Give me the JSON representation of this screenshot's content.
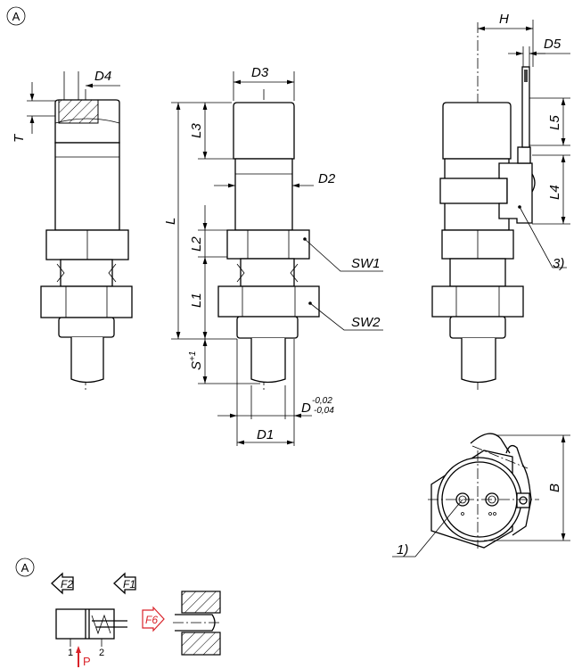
{
  "view_marker": "A",
  "labels": {
    "D4": "D4",
    "T": "T",
    "D3": "D3",
    "L": "L",
    "L3": "L3",
    "D2": "D2",
    "L2": "L2",
    "L1": "L1",
    "SW1": "SW1",
    "SW2": "SW2",
    "S": "S",
    "S_tol": "+1",
    "D": "D",
    "D_tol_upper": "-0,02",
    "D_tol_lower": "-0,04",
    "D1": "D1",
    "H": "H",
    "D5": "D5",
    "L5": "L5",
    "L4": "L4",
    "note3": "3)",
    "B": "B",
    "note1": "1)"
  },
  "schematic": {
    "marker": "A",
    "F2": "F2",
    "F1": "F1",
    "F6": "F6",
    "port1": "1",
    "port2": "2",
    "P": "P",
    "accent_color": "#d9232a"
  }
}
